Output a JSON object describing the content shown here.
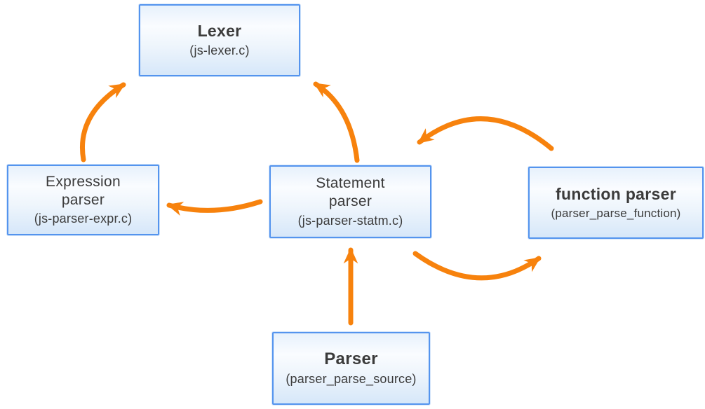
{
  "diagram": {
    "accent_color": "#f7820d",
    "box_border_color": "#5494ee",
    "nodes": {
      "lexer": {
        "title": "Lexer",
        "subtitle": "(js-lexer.c)"
      },
      "expression_parser": {
        "title": "Expression\nparser",
        "subtitle": "(js-parser-expr.c)"
      },
      "statement_parser": {
        "title": "Statement\nparser",
        "subtitle": "(js-parser-statm.c)"
      },
      "function_parser": {
        "title": "function parser",
        "subtitle": "(parser_parse_function)"
      },
      "parser": {
        "title": "Parser",
        "subtitle": "(parser_parse_source)"
      }
    },
    "edges": [
      {
        "from": "expression_parser",
        "to": "lexer"
      },
      {
        "from": "statement_parser",
        "to": "lexer"
      },
      {
        "from": "statement_parser",
        "to": "expression_parser"
      },
      {
        "from": "function_parser",
        "to": "statement_parser"
      },
      {
        "from": "statement_parser",
        "to": "function_parser"
      },
      {
        "from": "parser",
        "to": "statement_parser"
      }
    ]
  }
}
